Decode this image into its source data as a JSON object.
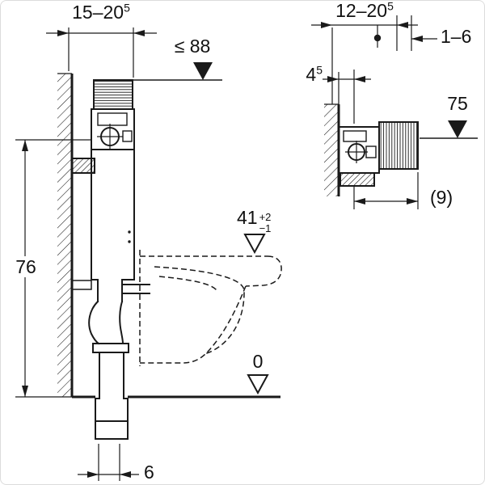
{
  "left_view": {
    "dim_wall_to_front": {
      "base": "15–20",
      "sup": "5"
    },
    "dim_max_top": {
      "text": "≤ 88"
    },
    "dim_height": {
      "text": "76"
    },
    "dim_bowl_level": {
      "base": "41",
      "sup": "+2",
      "sub": "−1"
    },
    "dim_floor_level": {
      "text": "0"
    },
    "dim_outlet_offset": {
      "text": "6"
    }
  },
  "right_view": {
    "dim_wall_to_front": {
      "base": "12–20",
      "sup": "5"
    },
    "dim_finish_thickness": {
      "text": "1–6"
    },
    "dim_fixing": {
      "base": "4",
      "sup": "5"
    },
    "dim_height": {
      "text": "75"
    },
    "dim_cover_depth": {
      "text": "(9)"
    }
  },
  "colors": {
    "line": "#1a1a1a",
    "background": "#ffffff"
  }
}
